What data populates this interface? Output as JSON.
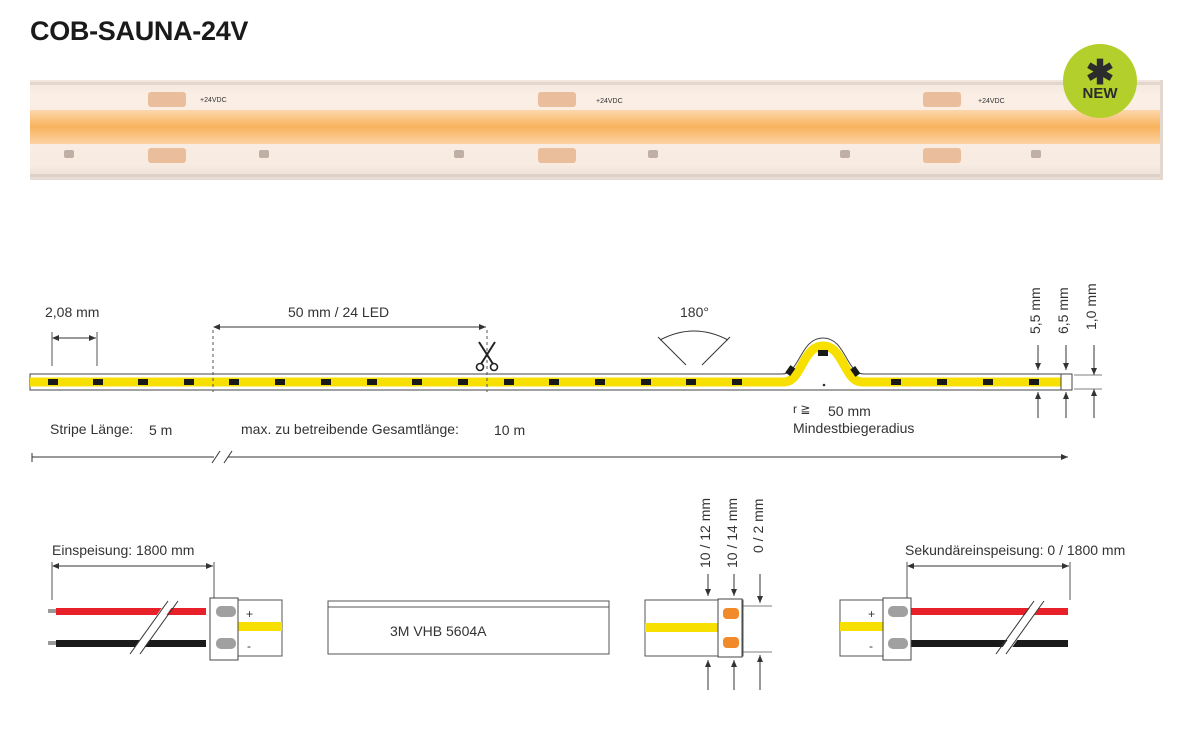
{
  "title": "COB-SAUNA-24V",
  "badge": {
    "label": "NEW",
    "icon": "asterisk-icon",
    "color": "#b3cf2c"
  },
  "photo": {
    "strip_marking": "+24VDC"
  },
  "dimensions": {
    "pitch": "2,08 mm",
    "segment": "50 mm / 24 LED",
    "bend_angle": "180°",
    "width_led": "5,5 mm",
    "width_strip": "6,5 mm",
    "height": "1,0 mm",
    "radius_symbol": "r ≧",
    "radius_value": "50 mm",
    "radius_label": "Mindestbiegeradius",
    "strip_length_label": "Stripe Länge:",
    "strip_length_value": "5 m",
    "max_length_label": "max. zu betreibende Gesamtlänge:",
    "max_length_value": "10 m"
  },
  "connections": {
    "feed": "Einspeisung: 1800 mm",
    "secondary_feed": "Sekundäreinspeisung: 0 / 1800 mm",
    "tape": "3M VHB 5604A",
    "end_dim_1": "10 / 12 mm",
    "end_dim_2": "10 / 14 mm",
    "end_dim_3": "0 / 2 mm",
    "plus": "+",
    "minus": "-"
  },
  "colors": {
    "led_yellow": "#f7e000",
    "wire_red": "#e8202a",
    "wire_black": "#1a1a1a",
    "photo_orange": "#f8b25c",
    "contact_orange": "#f08a2a"
  }
}
